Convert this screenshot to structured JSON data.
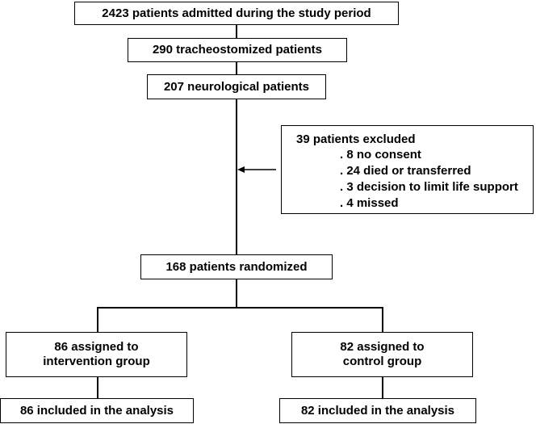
{
  "boxes": {
    "admitted": "2423 patients admitted during the study period",
    "tracheostomized": "290  tracheostomized patients",
    "neurological": "207  neurological patients",
    "randomized": "168  patients randomized",
    "intervention_line1": "86 assigned to",
    "intervention_line2": "intervention group",
    "control_line1": "82 assigned to",
    "control_line2": "control group",
    "intervention_analysis": "86 included in the analysis",
    "control_analysis": "82  included in the analysis"
  },
  "excluded": {
    "title": "39 patients excluded",
    "items": [
      ". 8 no consent",
      ". 24 died or transferred",
      ". 3 decision to limit life support",
      ". 4 missed"
    ]
  }
}
